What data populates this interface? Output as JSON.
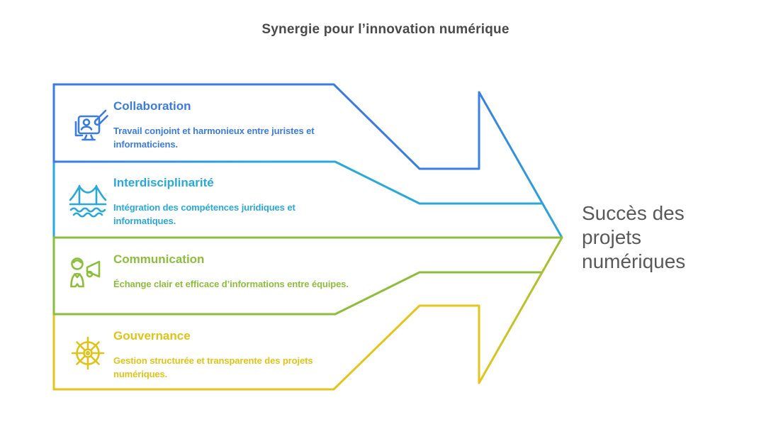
{
  "title": "Synergie pour l’innovation numérique",
  "bands": [
    {
      "name": "Collaboration",
      "description": "Travail conjoint et harmonieux entre juristes et informaticiens.",
      "icon": "monitor-hand-icon",
      "color": "#3B7CE0"
    },
    {
      "name": "Interdisciplinarité",
      "description": "Intégration des compétences juridiques et informatiques.",
      "icon": "bridge-icon",
      "color": "#29A9DB"
    },
    {
      "name": "Communication",
      "description": "Échange clair et efficace d’informations entre équipes.",
      "icon": "megaphone-person-icon",
      "color": "#8CBE3B"
    },
    {
      "name": "Gouvernance",
      "description": "Gestion structurée et transparente des projets numériques.",
      "icon": "ship-wheel-icon",
      "color": "#E0C318"
    }
  ],
  "outcome": {
    "text": "Succès des projets numériques",
    "lines": [
      "Succès des",
      "projets",
      "numériques"
    ],
    "color": "#58595B"
  },
  "colors": {
    "blue": "#3B7CE0",
    "cyan": "#29A9DB",
    "green": "#8CBE3B",
    "yellow": "#E0C318",
    "heading_gray": "#4A4A4C",
    "outcome_gray": "#58595B",
    "background": "#FFFFFF"
  }
}
